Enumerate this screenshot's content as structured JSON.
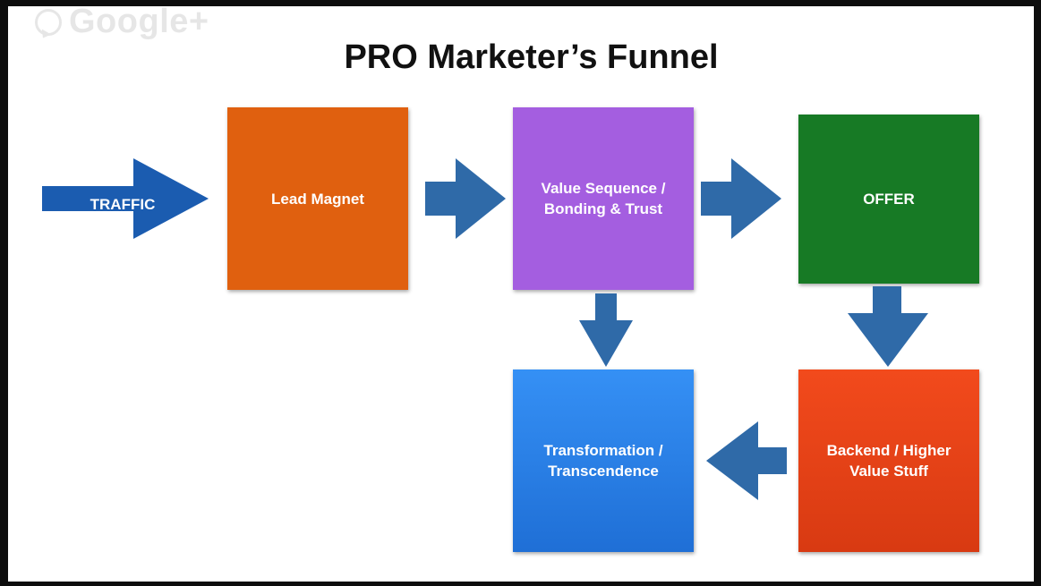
{
  "watermark": {
    "text": "Google+"
  },
  "title": "PRO Marketer’s Funnel",
  "traffic": {
    "label": "TRAFFIC"
  },
  "boxes": {
    "lead_magnet": {
      "line1": "Lead Magnet",
      "line2": "",
      "color": "#e0600f"
    },
    "value_sequence": {
      "line1": "Value Sequence /",
      "line2": "Bonding & Trust",
      "color": "#a45ee0"
    },
    "offer": {
      "line1": "OFFER",
      "line2": "",
      "color": "#177a25"
    },
    "backend": {
      "line1": "Backend / Higher",
      "line2": "Value Stuff",
      "color": "#f0431a"
    },
    "transformation": {
      "line1": "Transformation /",
      "line2": "Transcendence",
      "color": "#2f86ee"
    }
  },
  "colors": {
    "arrow": "#2f6aa8",
    "traffic_arrow": "#1b5cb0"
  }
}
